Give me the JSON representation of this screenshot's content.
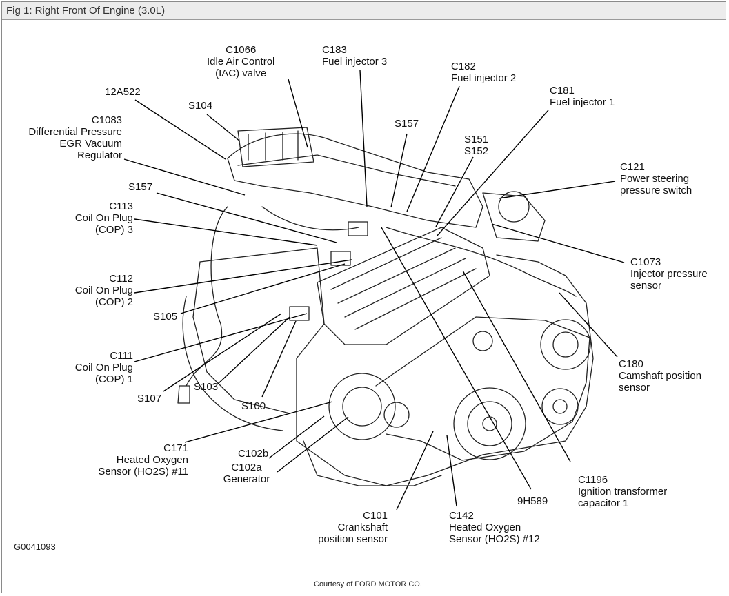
{
  "window": {
    "title": "Fig 1: Right Front Of Engine (3.0L)"
  },
  "diagram_id": "G0041093",
  "credit": "Courtesy of FORD MOTOR CO.",
  "labels": {
    "c1066": "C1066\nIdle Air Control\n(IAC) valve",
    "c183": "C183\nFuel injector 3",
    "c182": "C182\nFuel injector 2",
    "c181": "C181\nFuel injector 1",
    "a12a522": "12A522",
    "s104": "S104",
    "c1083": "C1083\nDifferential Pressure\nEGR Vacuum\nRegulator",
    "s157_top": "S157",
    "s151_152": "S151\nS152",
    "c121": "C121\nPower steering\npressure switch",
    "s157_left": "S157",
    "c113": "C113\nCoil On Plug\n(COP) 3",
    "c1073": "C1073\nInjector pressure\nsensor",
    "c112": "C112\nCoil On Plug\n(COP) 2",
    "s105": "S105",
    "c180": "C180\nCamshaft position\nsensor",
    "c111": "C111\nCoil On Plug\n(COP) 1",
    "s107": "S107",
    "s103": "S103",
    "s100": "S100",
    "c171": "C171\nHeated Oxygen\nSensor (HO2S) #11",
    "c102b": "C102b",
    "c102a": "C102a\nGenerator",
    "c1196": "C1196\nIgnition transformer\ncapacitor 1",
    "h589": "9H589",
    "c101": "C101\nCrankshaft\nposition sensor",
    "c142": "C142\nHeated Oxygen\nSensor (HO2S) #12"
  }
}
